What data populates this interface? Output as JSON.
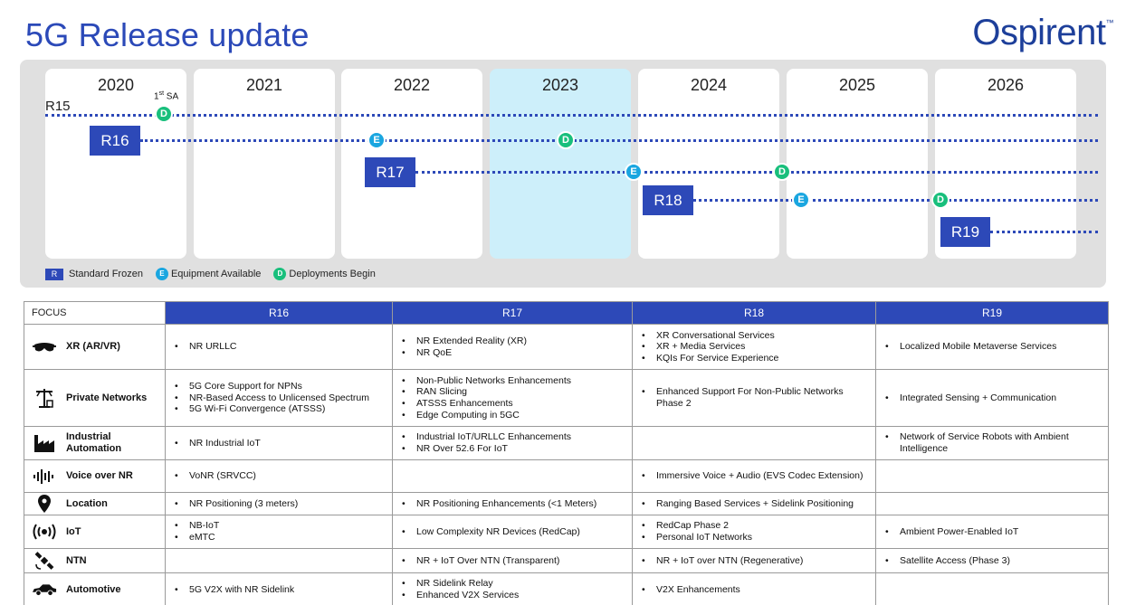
{
  "title": "5G Release update",
  "logo": {
    "text": "spirent",
    "mark": "™"
  },
  "timeline": {
    "years": [
      "2020",
      "2021",
      "2022",
      "2023",
      "2024",
      "2025",
      "2026"
    ],
    "first_sa": {
      "num": "1",
      "sup": "st",
      "rest": " SA"
    },
    "r15_label": "R15",
    "releases": [
      "R16",
      "R17",
      "R18",
      "R19"
    ],
    "marker_e": "E",
    "marker_d": "D",
    "legend": {
      "r_box": "R",
      "standard_frozen": "Standard Frozen",
      "equipment_available": "Equipment Available",
      "deployments_begin": "Deployments Begin"
    },
    "colors": {
      "release": "#2d49b8",
      "equipment": "#1aa6e0",
      "deployment": "#18bf7c",
      "highlight_year": "#cdeffa"
    }
  },
  "table": {
    "header_focus": "FOCUS",
    "releases": [
      "R16",
      "R17",
      "R18",
      "R19"
    ],
    "rows": [
      {
        "name": "XR (AR/VR)",
        "icon": "vr-headset-icon",
        "cells": [
          [
            "NR URLLC"
          ],
          [
            "NR Extended Reality (XR)",
            "NR QoE"
          ],
          [
            "XR Conversational Services",
            "XR + Media Services",
            "KQIs For Service Experience"
          ],
          [
            "Localized Mobile Metaverse Services"
          ]
        ]
      },
      {
        "name": "Private Networks",
        "icon": "cell-tower-icon",
        "cells": [
          [
            "5G Core Support for NPNs",
            "NR-Based Access to Unlicensed Spectrum",
            "5G Wi-Fi Convergence (ATSSS)"
          ],
          [
            "Non-Public Networks Enhancements",
            "RAN Slicing",
            "ATSSS Enhancements",
            "Edge Computing in 5GC"
          ],
          [
            "Enhanced Support For Non-Public Networks Phase 2"
          ],
          [
            "Integrated Sensing + Communication"
          ]
        ]
      },
      {
        "name": "Industrial Automation",
        "icon": "factory-icon",
        "cells": [
          [
            "NR Industrial IoT"
          ],
          [
            "Industrial IoT/URLLC Enhancements",
            "NR Over 52.6 For IoT"
          ],
          [],
          [
            "Network of Service Robots with Ambient Intelligence"
          ]
        ]
      },
      {
        "name": "Voice over NR",
        "icon": "sound-wave-icon",
        "cells": [
          [
            "VoNR (SRVCC)"
          ],
          [],
          [
            "Immersive Voice + Audio (EVS Codec Extension)"
          ],
          []
        ]
      },
      {
        "name": "Location",
        "icon": "location-pin-icon",
        "cells": [
          [
            "NR Positioning (3 meters)"
          ],
          [
            "NR Positioning Enhancements (<1 Meters)"
          ],
          [
            "Ranging Based Services + Sidelink Positioning"
          ],
          []
        ]
      },
      {
        "name": "IoT",
        "icon": "broadcast-icon",
        "cells": [
          [
            "NB-IoT",
            "eMTC"
          ],
          [
            "Low Complexity NR Devices (RedCap)"
          ],
          [
            "RedCap Phase 2",
            "Personal IoT Networks"
          ],
          [
            "Ambient Power-Enabled IoT"
          ]
        ]
      },
      {
        "name": "NTN",
        "icon": "satellite-icon",
        "cells": [
          [],
          [
            "NR + IoT Over NTN (Transparent)"
          ],
          [
            "NR + IoT over NTN (Regenerative)"
          ],
          [
            "Satellite Access (Phase 3)"
          ]
        ]
      },
      {
        "name": "Automotive",
        "icon": "car-icon",
        "cells": [
          [
            "5G V2X with NR Sidelink"
          ],
          [
            "NR Sidelink Relay",
            "Enhanced V2X Services"
          ],
          [
            "V2X Enhancements"
          ],
          []
        ]
      }
    ]
  }
}
